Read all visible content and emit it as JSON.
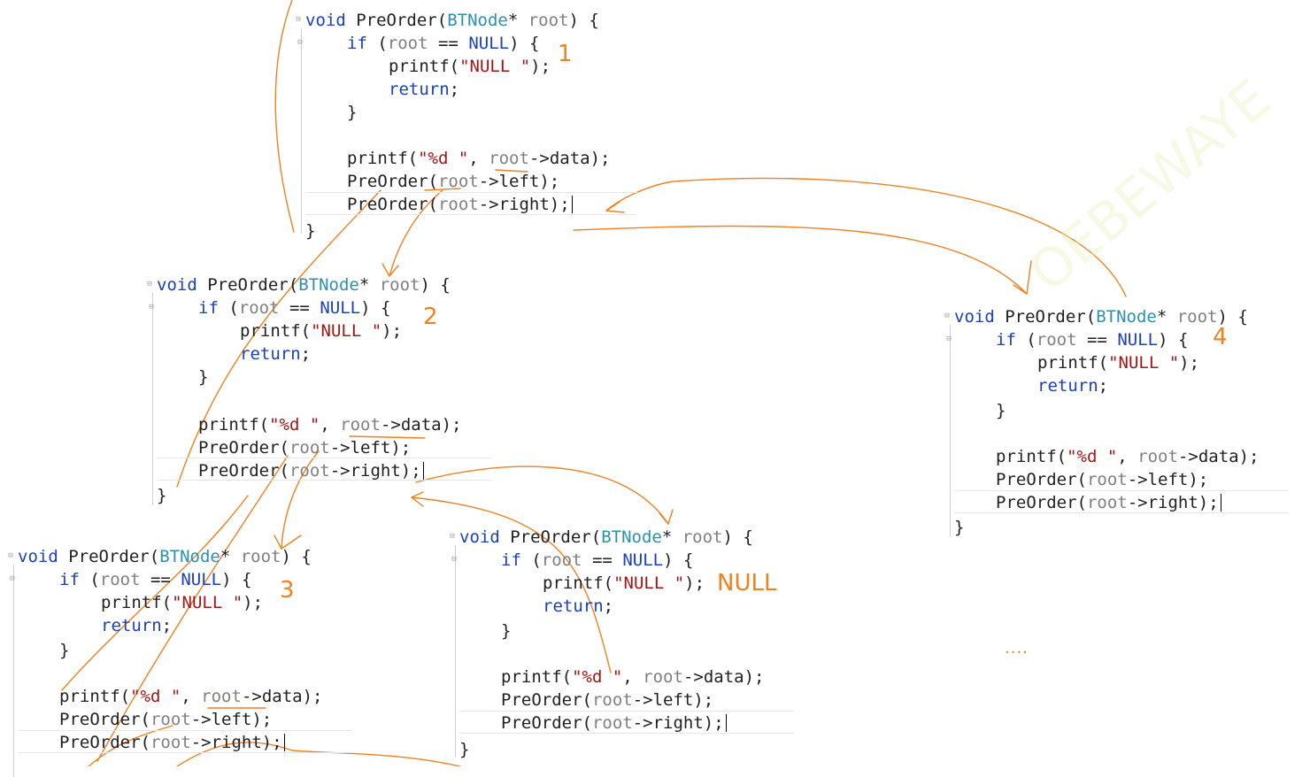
{
  "code": {
    "kw_void": "void",
    "kw_if": "if",
    "kw_return": "return",
    "fn_name": "PreOrder",
    "type_name": "BTNode",
    "param": "root",
    "null_const": "NULL",
    "printf_null_str": "\"NULL \"",
    "printf_fmt_str": "\"%d \"",
    "left_call": "root->left",
    "right_call": "root->right",
    "data_access": "root->data"
  },
  "annotations": {
    "step1": "1",
    "step2": "2",
    "step3": "3",
    "step4": "4",
    "null_output": "NULL",
    "ellipsis": "...."
  },
  "colors": {
    "keyword": "#1a3fbf",
    "type": "#2b91af",
    "string": "#a31515",
    "annotation": "#f08020"
  }
}
